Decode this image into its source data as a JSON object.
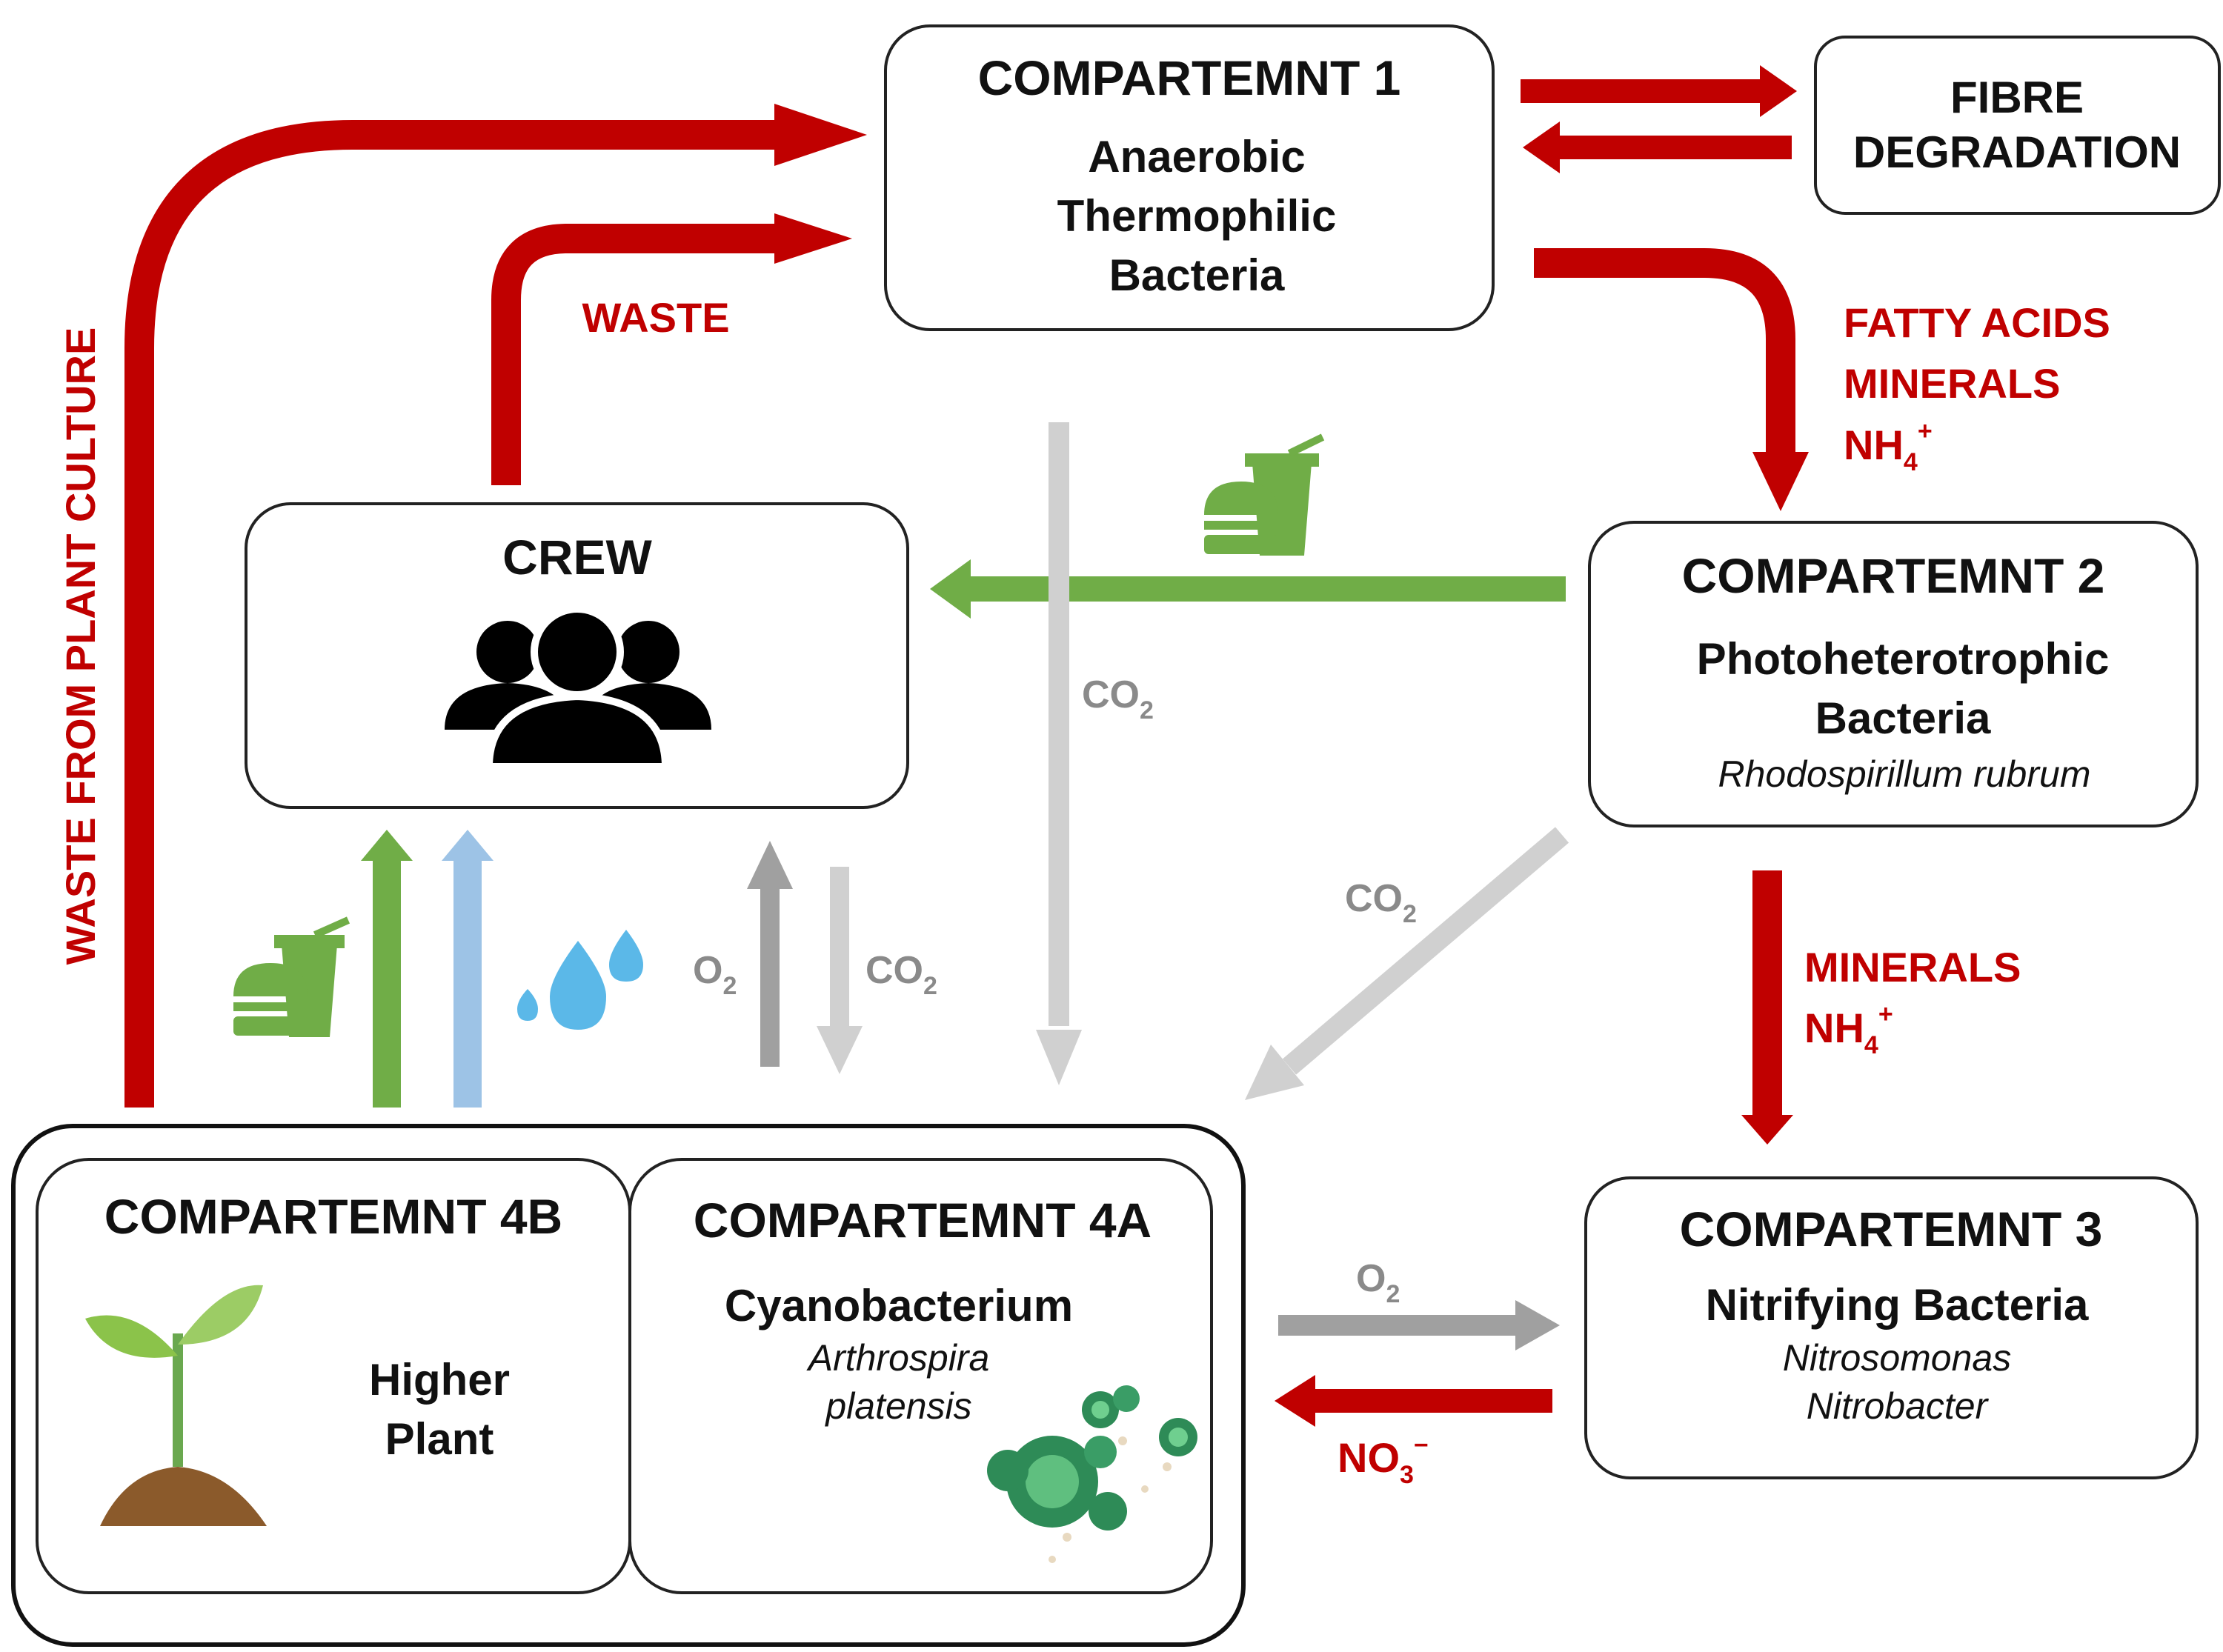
{
  "compartment1": {
    "title": "COMPARTEMNT 1",
    "line1": "Anaerobic",
    "line2": "Thermophilic",
    "line3": "Bacteria"
  },
  "fibre": {
    "line1": "FIBRE",
    "line2": "DEGRADATION"
  },
  "compartment2": {
    "title": "COMPARTEMNT 2",
    "line1": "Photoheterotrophic",
    "line2": "Bacteria",
    "species": "Rhodospirillum rubrum"
  },
  "compartment3": {
    "title": "COMPARTEMNT 3",
    "line1": "Nitrifying Bacteria",
    "species1": "Nitrosomonas",
    "species2": "Nitrobacter"
  },
  "compartment4a": {
    "title": "COMPARTEMNT 4A",
    "line1": "Cyanobacterium",
    "species1": "Arthrospira",
    "species2": "platensis"
  },
  "compartment4b": {
    "title": "COMPARTEMNT 4B",
    "line1": "Higher",
    "line2": "Plant"
  },
  "crew": {
    "title": "CREW"
  },
  "labels": {
    "waste": "WASTE",
    "waste_plant": "WASTE FROM PLANT CULTURE",
    "fatty_acids": "FATTY ACIDS",
    "minerals": "MINERALS",
    "nh4": "NH",
    "nh4_sub": "4",
    "nh4_sup": "+",
    "co2": "CO",
    "co2_sub": "2",
    "o2": "O",
    "o2_sub": "2",
    "no3": "NO",
    "no3_sub": "3",
    "no3_sup": "−"
  },
  "colors": {
    "red": "#c00000",
    "green": "#70ad47",
    "blue": "#9dc3e6",
    "gray_light": "#d0d0d0",
    "gray_mid": "#a0a0a0",
    "gray_dark": "#8a8a8a"
  },
  "icons": [
    "group-people-icon",
    "food-drink-icon",
    "water-drops-icon",
    "seedling-icon",
    "cyanobacteria-cells-icon"
  ]
}
